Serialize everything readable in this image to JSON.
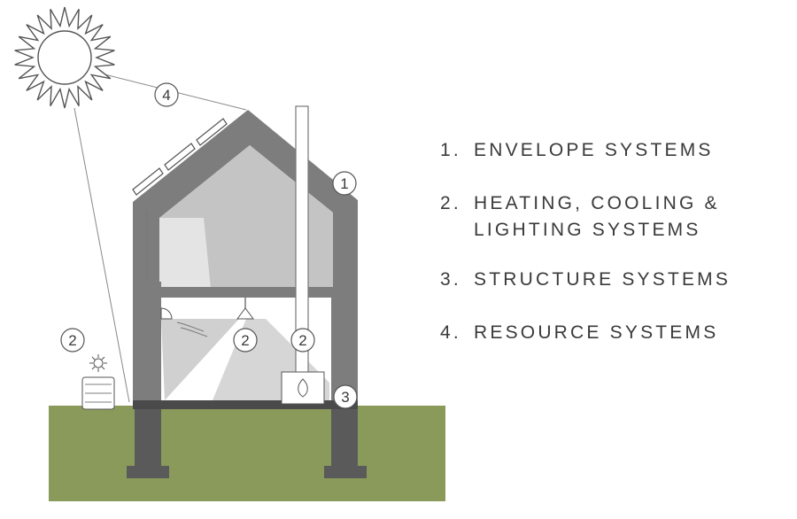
{
  "callouts": {
    "roof_sun": "4",
    "envelope": "1",
    "exterior_unit": "2",
    "light_fixture": "2",
    "stove": "2",
    "foundation": "3"
  },
  "legend": [
    {
      "index": "1.",
      "label": "ENVELOPE SYSTEMS"
    },
    {
      "index": "2.",
      "label": "HEATING, COOLING & LIGHTING SYSTEMS"
    },
    {
      "index": "3.",
      "label": "STRUCTURE SYSTEMS"
    },
    {
      "index": "4.",
      "label": "RESOURCE SYSTEMS"
    }
  ],
  "colors": {
    "ground": "#8a9a5b",
    "wall": "#7d7d7d",
    "interior": "#cccccc",
    "floor": "#4a4a4a",
    "foundation": "#5a5a5a",
    "outline": "#555555"
  }
}
